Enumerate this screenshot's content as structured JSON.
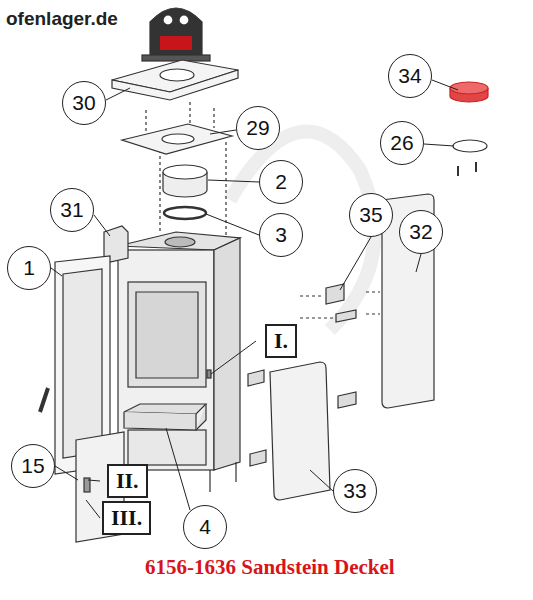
{
  "diagram": {
    "caption": "6156-1636 Sandstein Deckel",
    "nodes": [
      {
        "text": [
          "34"
        ]
      },
      {
        "text": [
          "30"
        ]
      },
      {
        "text": [
          "29"
        ]
      },
      {
        "text": [
          "26"
        ]
      },
      {
        "text": [
          "2"
        ]
      },
      {
        "text": [
          "31"
        ]
      },
      {
        "text": [
          "35"
        ]
      },
      {
        "text": [
          "32"
        ]
      },
      {
        "text": [
          "3"
        ]
      },
      {
        "text": [
          "1"
        ]
      },
      {
        "text": [
          "I."
        ]
      },
      {
        "text": [
          "4"
        ]
      },
      {
        "text": [
          "15"
        ]
      },
      {
        "text": [
          "II."
        ]
      },
      {
        "text": [
          "III."
        ]
      },
      {
        "text": [
          "33"
        ]
      }
    ],
    "labels": [
      "ofenlager.de"
    ]
  }
}
